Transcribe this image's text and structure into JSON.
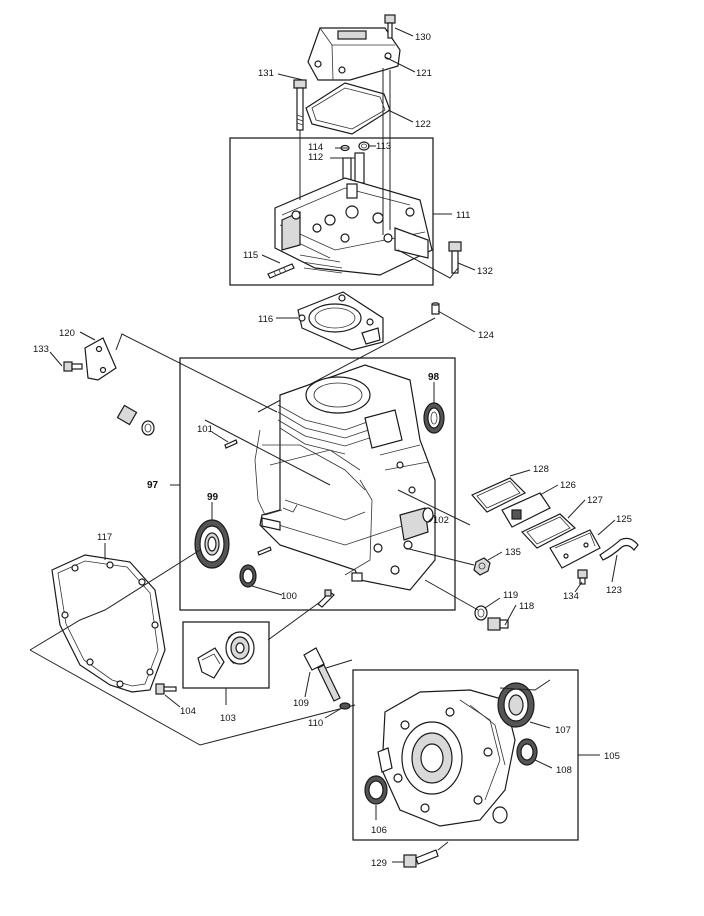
{
  "labels": {
    "l97": "97",
    "l98": "98",
    "l99": "99",
    "l100": "100",
    "l101": "101",
    "l102": "102",
    "l103": "103",
    "l104": "104",
    "l105": "105",
    "l106": "106",
    "l107": "107",
    "l108": "108",
    "l109": "109",
    "l110": "110",
    "l111": "111",
    "l112": "112",
    "l113": "113",
    "l114": "114",
    "l115": "115",
    "l116": "116",
    "l117": "117",
    "l118": "118",
    "l119": "119",
    "l120": "120",
    "l121": "121",
    "l122": "122",
    "l123": "123",
    "l124": "124",
    "l125": "125",
    "l126": "126",
    "l127": "127",
    "l128": "128",
    "l129": "129",
    "l130": "130",
    "l131": "131",
    "l132": "132",
    "l133": "133",
    "l134": "134",
    "l135": "135"
  }
}
